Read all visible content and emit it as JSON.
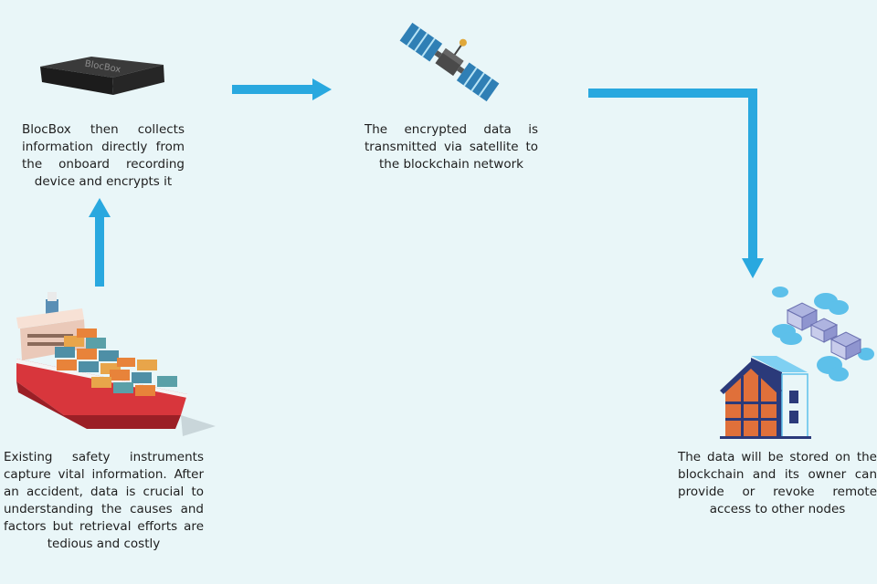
{
  "steps": {
    "blocbox": {
      "caption": "BlocBox then collects information directly from the onboard recording device and encrypts it",
      "device_label": "BlocBox"
    },
    "satellite": {
      "caption": "The encrypted data is transmitted via satellite to the blockchain network"
    },
    "ship": {
      "caption": "Existing safety instruments capture vital information. After an accident, data is crucial to understanding the causes and factors but retrieval efforts are tedious and costly"
    },
    "storage": {
      "caption": "The data will be stored on the blockchain and its owner can provide or revoke remote access to other nodes"
    }
  },
  "colors": {
    "background": "#e9f6f8",
    "arrow": "#29a8df",
    "cloud": "#5dc0ea",
    "ship_hull": "#d8363c",
    "building": "#e0703a"
  }
}
